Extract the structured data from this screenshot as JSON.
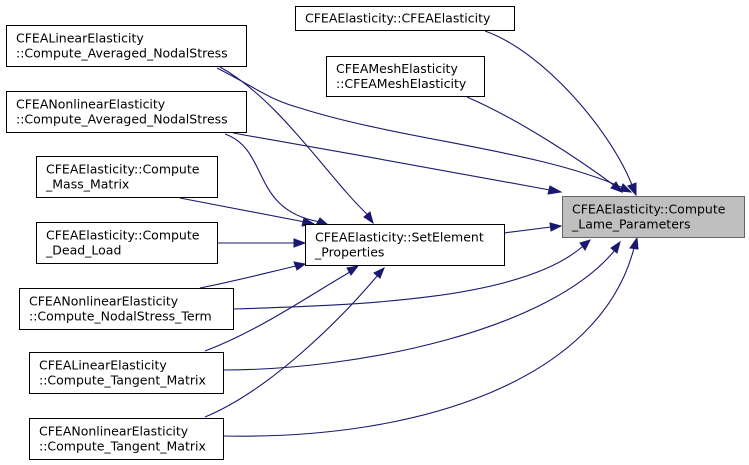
{
  "graph": {
    "nodes": {
      "ctor": {
        "lines": [
          "CFEAElasticity::CFEAElasticity"
        ]
      },
      "mesh_ctor": {
        "lines": [
          "CFEAMeshElasticity",
          "::CFEAMeshElasticity"
        ]
      },
      "linear_avg": {
        "lines": [
          "CFEALinearElasticity",
          "::Compute_Averaged_NodalStress"
        ]
      },
      "nonlinear_avg": {
        "lines": [
          "CFEANonlinearElasticity",
          "::Compute_Averaged_NodalStress"
        ]
      },
      "mass": {
        "lines": [
          "CFEAElasticity::Compute",
          "_Mass_Matrix"
        ]
      },
      "dead": {
        "lines": [
          "CFEAElasticity::Compute",
          "_Dead_Load"
        ]
      },
      "setelem": {
        "lines": [
          "CFEAElasticity::SetElement",
          "_Properties"
        ]
      },
      "lame": {
        "lines": [
          "CFEAElasticity::Compute",
          "_Lame_Parameters"
        ]
      },
      "nodal_term": {
        "lines": [
          "CFEANonlinearElasticity",
          "::Compute_NodalStress_Term"
        ]
      },
      "linear_tangent": {
        "lines": [
          "CFEALinearElasticity",
          "::Compute_Tangent_Matrix"
        ]
      },
      "nonlinear_tangent": {
        "lines": [
          "CFEANonlinearElasticity",
          "::Compute_Tangent_Matrix"
        ]
      }
    },
    "edges": [
      {
        "from": "ctor",
        "to": "lame"
      },
      {
        "from": "mesh_ctor",
        "to": "lame"
      },
      {
        "from": "linear_avg",
        "to": "lame"
      },
      {
        "from": "linear_avg",
        "to": "setelem"
      },
      {
        "from": "nonlinear_avg",
        "to": "lame"
      },
      {
        "from": "nonlinear_avg",
        "to": "setelem"
      },
      {
        "from": "mass",
        "to": "setelem"
      },
      {
        "from": "dead",
        "to": "setelem"
      },
      {
        "from": "setelem",
        "to": "lame"
      },
      {
        "from": "nodal_term",
        "to": "setelem"
      },
      {
        "from": "nodal_term",
        "to": "lame"
      },
      {
        "from": "linear_tangent",
        "to": "setelem"
      },
      {
        "from": "linear_tangent",
        "to": "lame"
      },
      {
        "from": "nonlinear_tangent",
        "to": "setelem"
      },
      {
        "from": "nonlinear_tangent",
        "to": "lame"
      }
    ],
    "colors": {
      "edge": "#191970",
      "highlight_fill": "#bfbfbf",
      "highlight_border": "#666666",
      "node_border": "#000000",
      "node_fill": "#ffffff"
    }
  }
}
